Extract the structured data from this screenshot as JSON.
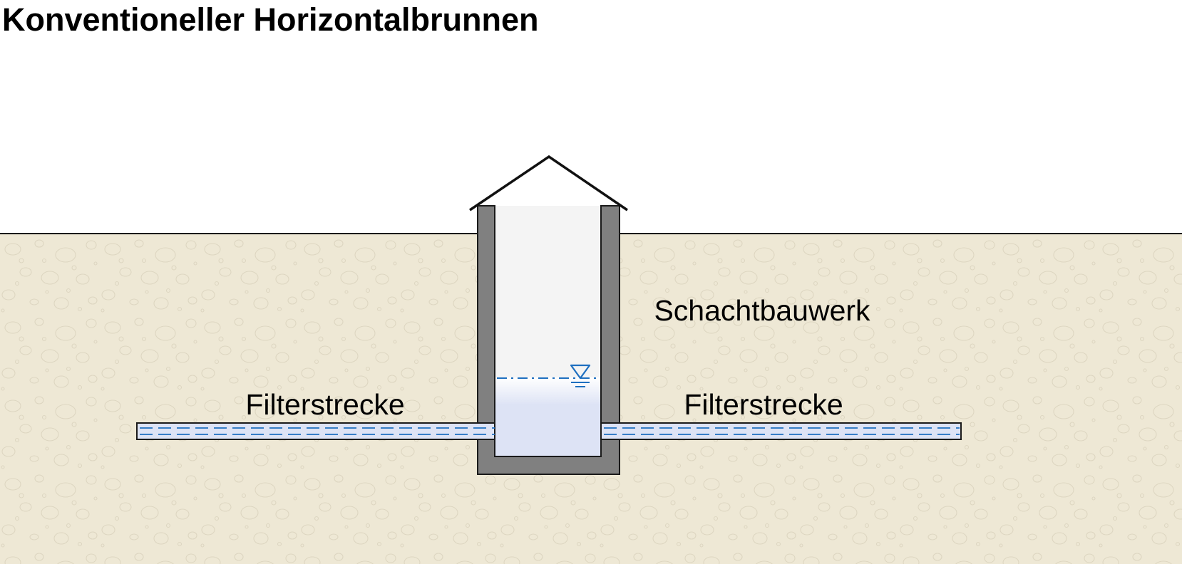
{
  "title": "Konventioneller Horizontalbrunnen",
  "labels": {
    "shaft": "Schachtbauwerk",
    "filter_left": "Filterstrecke",
    "filter_right": "Filterstrecke"
  },
  "colors": {
    "soil": "#eee8d5",
    "soil_pebble": "#ddd6c1",
    "wall": "#808080",
    "shaft_interior": "#f4f4f4",
    "water": "#dde3f5",
    "water_line": "#1e6fc0",
    "outline": "#1a1a1a"
  },
  "icons": {
    "water_level": "water-level-triangle-icon"
  }
}
